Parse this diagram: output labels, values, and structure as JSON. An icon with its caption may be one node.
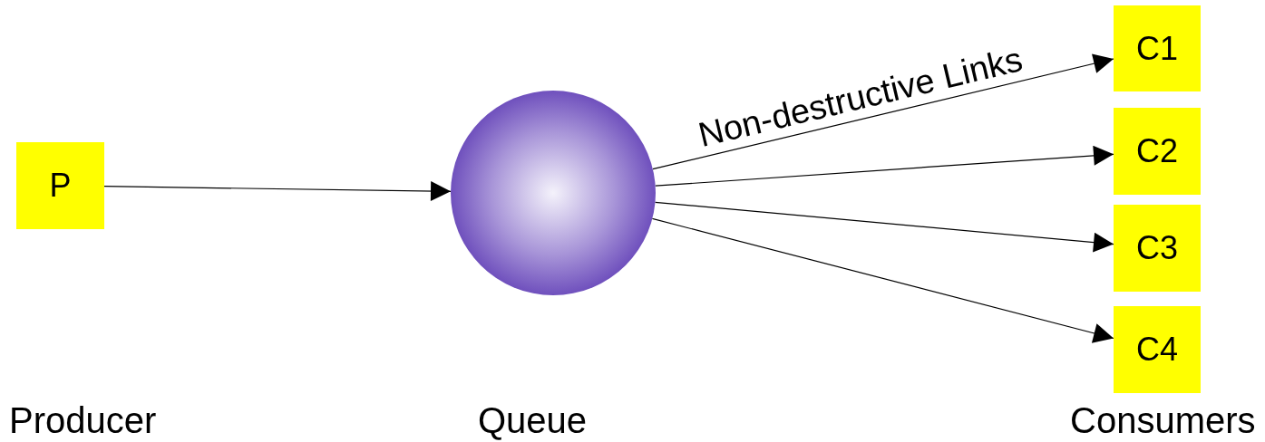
{
  "diagram": {
    "nodes": [
      {
        "text": [
          "P"
        ]
      },
      {
        "text": [],
        "shape": "circle"
      },
      {
        "text": [
          "C1"
        ]
      },
      {
        "text": [
          "C2"
        ]
      },
      {
        "text": [
          "C3"
        ]
      },
      {
        "text": [
          "C4"
        ]
      }
    ],
    "edges": [
      {
        "from": 0,
        "to": 1,
        "arrow": "to"
      },
      {
        "from": 1,
        "to": 2,
        "arrow": "to",
        "label": "Non-destructive Links"
      },
      {
        "from": 1,
        "to": 3,
        "arrow": "to"
      },
      {
        "from": 1,
        "to": 4,
        "arrow": "to"
      },
      {
        "from": 1,
        "to": 5,
        "arrow": "to"
      }
    ],
    "labels": [
      "Producer",
      "Queue",
      "Consumers"
    ]
  }
}
